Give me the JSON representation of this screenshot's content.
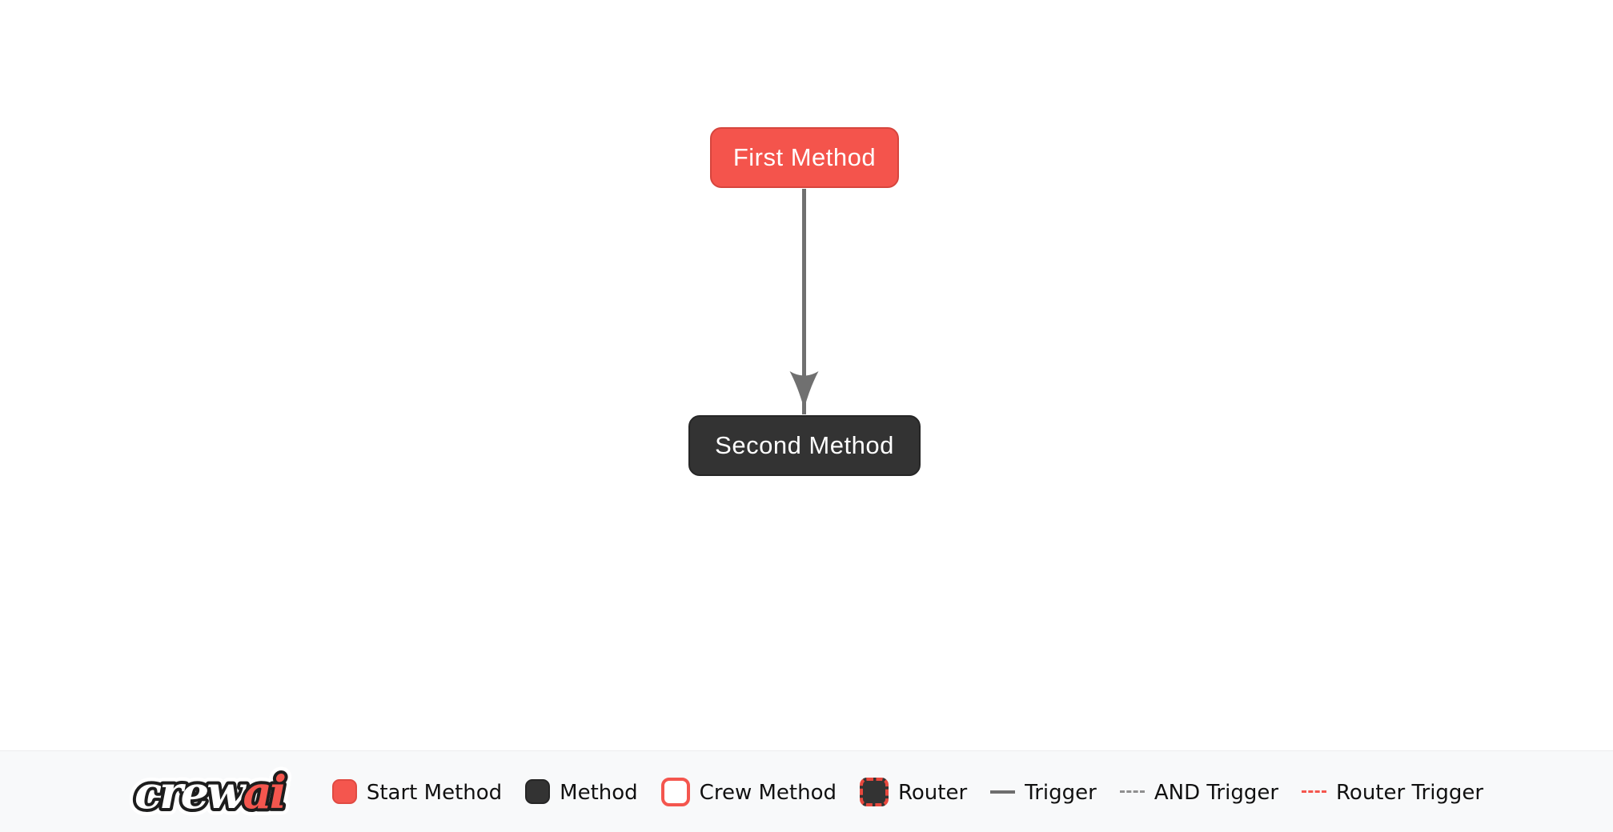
{
  "canvas": {
    "nodes": [
      {
        "label": "First Method",
        "type": "start_method"
      },
      {
        "label": "Second Method",
        "type": "method"
      }
    ],
    "edges": [
      {
        "from": "First Method",
        "to": "Second Method",
        "type": "trigger"
      }
    ]
  },
  "legend": {
    "logo": {
      "crew": "crew",
      "ai": "ai"
    },
    "items": [
      {
        "label": "Start Method",
        "swatch": "start-method-swatch"
      },
      {
        "label": "Method",
        "swatch": "method-swatch"
      },
      {
        "label": "Crew Method",
        "swatch": "crew-method-swatch"
      },
      {
        "label": "Router",
        "swatch": "router-swatch"
      },
      {
        "label": "Trigger",
        "swatch": "trigger-line-swatch"
      },
      {
        "label": "AND Trigger",
        "swatch": "and-trigger-line-swatch"
      },
      {
        "label": "Router Trigger",
        "swatch": "router-trigger-line-swatch"
      }
    ]
  },
  "colors": {
    "start_method_bg": "#f4544c",
    "start_method_border": "#d6453d",
    "method_bg": "#333333",
    "method_border": "#262626",
    "edge": "#707070",
    "trigger_line": "#6e6e6e",
    "and_trigger_line": "#8f8f8f",
    "router_trigger_line": "#f4564e",
    "router_border": "#e8483e",
    "legend_bg": "#f8f9fa",
    "canvas_bg": "#ffffff",
    "node_text": "#ffffff",
    "legend_text": "#111111"
  }
}
